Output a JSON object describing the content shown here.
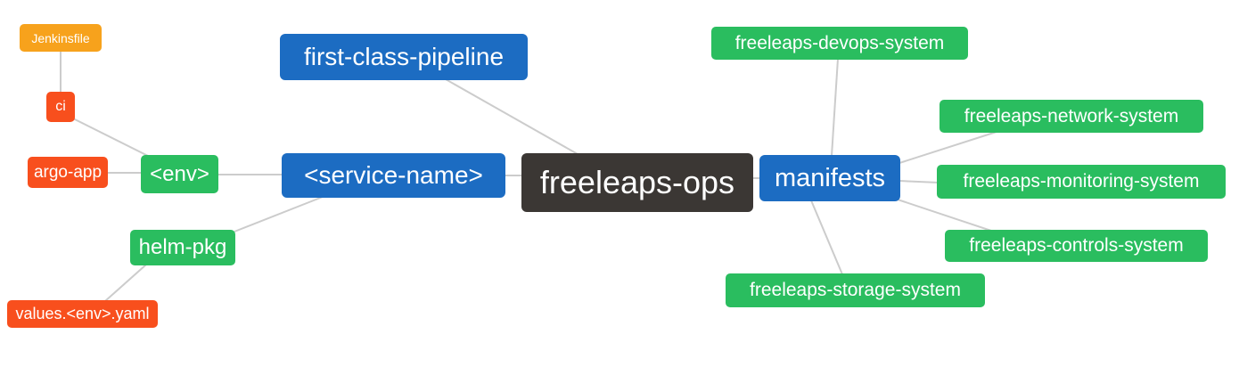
{
  "diagram": {
    "type": "mindmap",
    "root_label": "freeleaps-ops",
    "palette": {
      "blue": "#1c6cc2",
      "green": "#2abd5f",
      "orange": "#f7a21c",
      "red": "#f84f1d",
      "dark": "#3b3734",
      "line": "#cccccc",
      "text": "#ffffff",
      "background": "#ffffff"
    },
    "nodes": {
      "jenkinsfile": {
        "label": "Jenkinsfile",
        "color": "orange"
      },
      "ci": {
        "label": "ci",
        "color": "red"
      },
      "argo_app": {
        "label": "argo-app",
        "color": "red"
      },
      "env": {
        "label": "<env>",
        "color": "green"
      },
      "helm_pkg": {
        "label": "helm-pkg",
        "color": "green"
      },
      "values_env_yaml": {
        "label": "values.<env>.yaml",
        "color": "red"
      },
      "first_class_pipeline": {
        "label": "first-class-pipeline",
        "color": "blue"
      },
      "service_name": {
        "label": "<service-name>",
        "color": "blue"
      },
      "freeleaps_ops": {
        "label": "freeleaps-ops",
        "color": "dark"
      },
      "manifests": {
        "label": "manifests",
        "color": "blue"
      },
      "devops_system": {
        "label": "freeleaps-devops-system",
        "color": "green"
      },
      "network_system": {
        "label": "freeleaps-network-system",
        "color": "green"
      },
      "monitoring_system": {
        "label": "freeleaps-monitoring-system",
        "color": "green"
      },
      "controls_system": {
        "label": "freeleaps-controls-system",
        "color": "green"
      },
      "storage_system": {
        "label": "freeleaps-storage-system",
        "color": "green"
      }
    },
    "edges": [
      {
        "from": "jenkinsfile",
        "to": "ci"
      },
      {
        "from": "ci",
        "to": "env"
      },
      {
        "from": "argo_app",
        "to": "env"
      },
      {
        "from": "env",
        "to": "service_name"
      },
      {
        "from": "helm_pkg",
        "to": "service_name"
      },
      {
        "from": "values_env_yaml",
        "to": "helm_pkg"
      },
      {
        "from": "service_name",
        "to": "freeleaps_ops"
      },
      {
        "from": "first_class_pipeline",
        "to": "freeleaps_ops"
      },
      {
        "from": "freeleaps_ops",
        "to": "manifests"
      },
      {
        "from": "manifests",
        "to": "devops_system"
      },
      {
        "from": "manifests",
        "to": "network_system"
      },
      {
        "from": "manifests",
        "to": "monitoring_system"
      },
      {
        "from": "manifests",
        "to": "controls_system"
      },
      {
        "from": "manifests",
        "to": "storage_system"
      }
    ]
  }
}
